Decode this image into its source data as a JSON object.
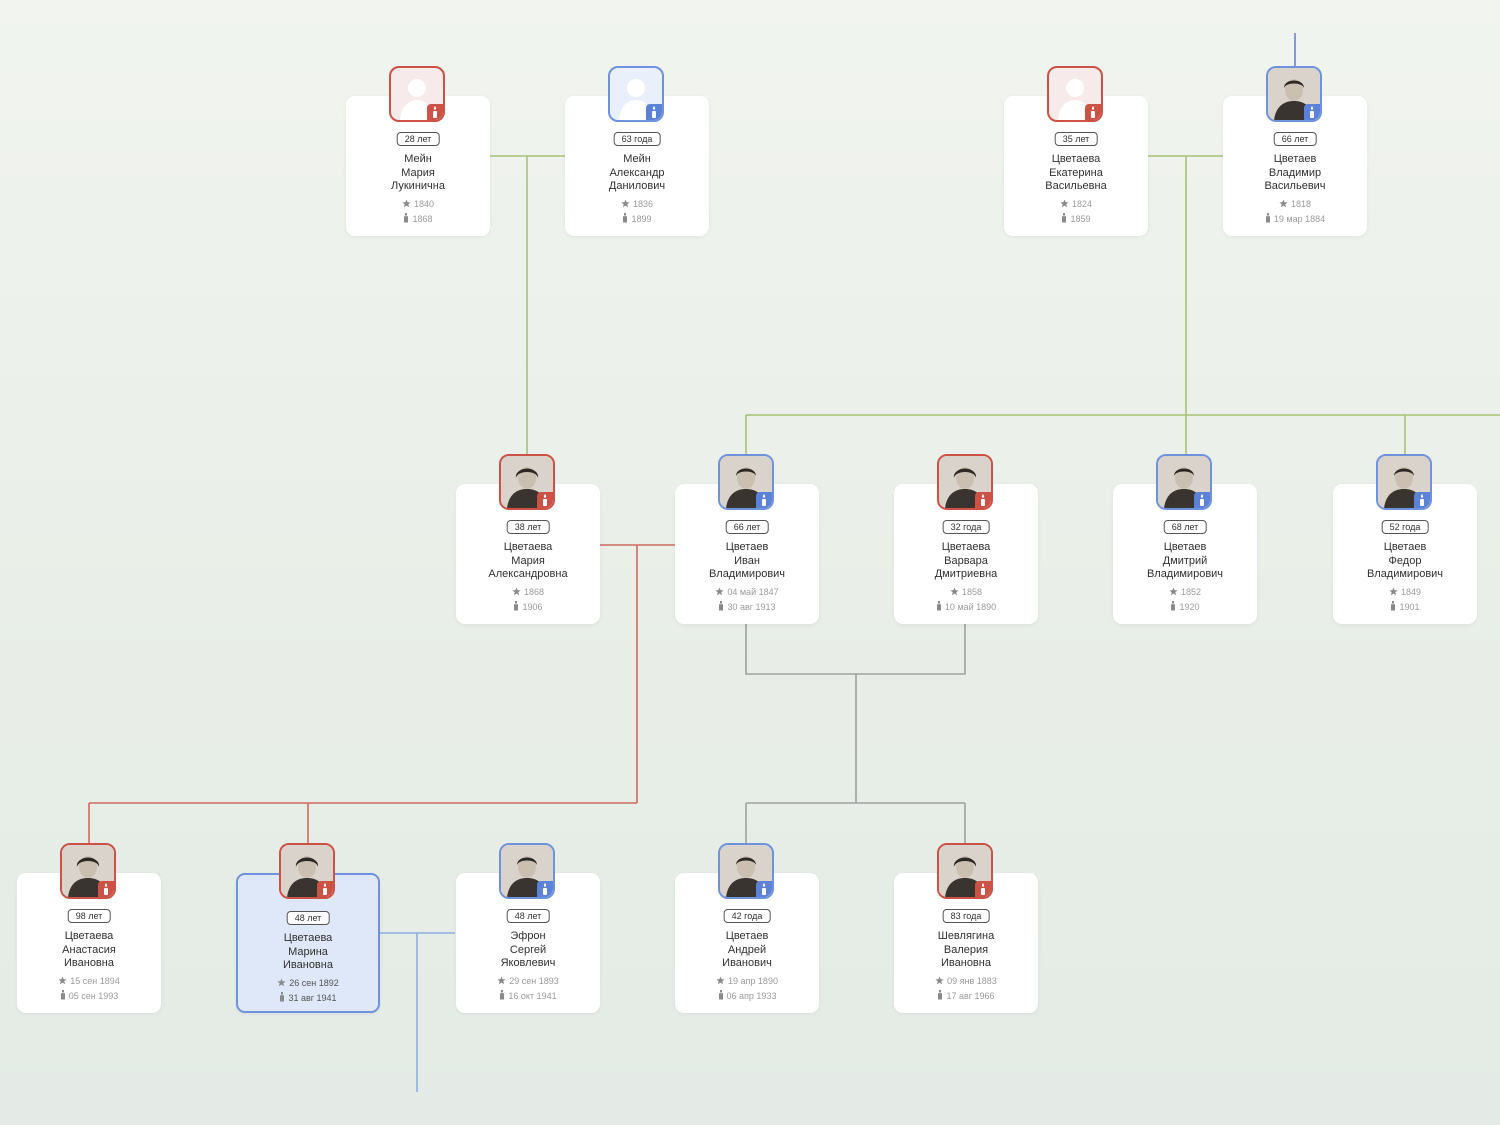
{
  "people": [
    {
      "id": "mein_maria",
      "gender": "female",
      "photo": false,
      "age": "28 лет",
      "name": [
        "Мейн",
        "Мария",
        "Лукинична"
      ],
      "birth": "1840",
      "death": "1868"
    },
    {
      "id": "mein_alexandr",
      "gender": "male",
      "photo": false,
      "age": "63 года",
      "name": [
        "Мейн",
        "Александр",
        "Данилович"
      ],
      "birth": "1836",
      "death": "1899"
    },
    {
      "id": "tsv_ekaterina",
      "gender": "female",
      "photo": false,
      "age": "35 лет",
      "name": [
        "Цветаева",
        "Екатерина",
        "Васильевна"
      ],
      "birth": "1824",
      "death": "1859"
    },
    {
      "id": "tsv_vladimir",
      "gender": "male",
      "photo": true,
      "age": "66 лет",
      "name": [
        "Цветаев",
        "Владимир",
        "Васильевич"
      ],
      "birth": "1818",
      "death": "19 мар 1884"
    },
    {
      "id": "tsv_maria",
      "gender": "female",
      "photo": true,
      "age": "38 лет",
      "name": [
        "Цветаева",
        "Мария",
        "Александровна"
      ],
      "birth": "1868",
      "death": "1906"
    },
    {
      "id": "tsv_ivan",
      "gender": "male",
      "photo": true,
      "age": "66 лет",
      "name": [
        "Цветаев",
        "Иван",
        "Владимирович"
      ],
      "birth": "04 май 1847",
      "death": "30 авг 1913"
    },
    {
      "id": "tsv_varvara",
      "gender": "female",
      "photo": true,
      "age": "32 года",
      "name": [
        "Цветаева",
        "Варвара",
        "Дмитриевна"
      ],
      "birth": "1858",
      "death": "10 май 1890"
    },
    {
      "id": "tsv_dmitriy",
      "gender": "male",
      "photo": true,
      "age": "68 лет",
      "name": [
        "Цветаев",
        "Дмитрий",
        "Владимирович"
      ],
      "birth": "1852",
      "death": "1920"
    },
    {
      "id": "tsv_fedor",
      "gender": "male",
      "photo": true,
      "age": "52 года",
      "name": [
        "Цветаев",
        "Федор",
        "Владимирович"
      ],
      "birth": "1849",
      "death": "1901"
    },
    {
      "id": "tsv_anastasia",
      "gender": "female",
      "photo": true,
      "age": "98 лет",
      "name": [
        "Цветаева",
        "Анастасия",
        "Ивановна"
      ],
      "birth": "15 сен 1894",
      "death": "05 сен 1993"
    },
    {
      "id": "tsv_marina",
      "gender": "female",
      "photo": true,
      "selected": true,
      "age": "48 лет",
      "name": [
        "Цветаева",
        "Марина",
        "Ивановна"
      ],
      "birth": "26 сен 1892",
      "death": "31 авг 1941"
    },
    {
      "id": "efron_sergey",
      "gender": "male",
      "photo": true,
      "age": "48 лет",
      "name": [
        "Эфрон",
        "Сергей",
        "Яковлевич"
      ],
      "birth": "29 сен 1893",
      "death": "16 окт 1941"
    },
    {
      "id": "tsv_andrey",
      "gender": "male",
      "photo": true,
      "age": "42 года",
      "name": [
        "Цветаев",
        "Андрей",
        "Иванович"
      ],
      "birth": "19 апр 1890",
      "death": "06 апр 1933"
    },
    {
      "id": "shevlyagina_valeria",
      "gender": "female",
      "photo": true,
      "age": "83 года",
      "name": [
        "Шевлягина",
        "Валерия",
        "Ивановна"
      ],
      "birth": "09 янв 1883",
      "death": "17 авг 1966"
    }
  ],
  "colors": {
    "female": "#cc5245",
    "male": "#5b82d8",
    "selected_bg": "#dfe8f8",
    "line_green": "#a7c177",
    "line_red": "#cf6a5e",
    "line_gray": "#a0a0a0",
    "line_blue": "#8eaee0"
  }
}
